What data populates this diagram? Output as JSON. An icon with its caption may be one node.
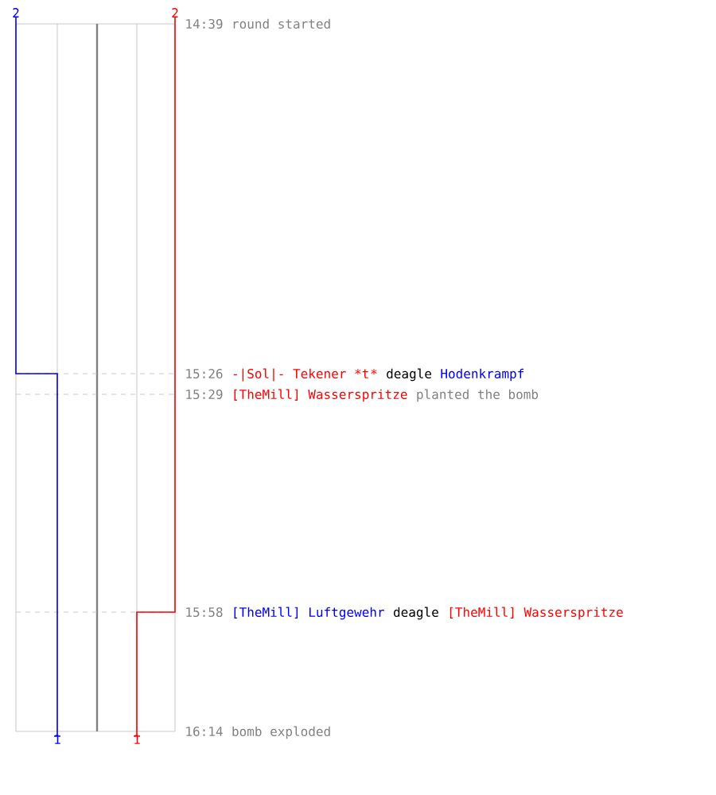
{
  "diagram": {
    "labels": [
      "2",
      "2",
      "14:39",
      "round started",
      "15:26",
      "-|Sol|- Tekener *t",
      "*",
      "deagle",
      "Hodenkrampf",
      "15:29",
      "[TheMill] Wasserspritze",
      "planted the bomb",
      "15:58",
      "[TheMill] Luftgewehr",
      "deagle",
      "[TheMill] Wasserspritze",
      "1",
      "1",
      "16:14",
      "bomb exploded"
    ]
  }
}
